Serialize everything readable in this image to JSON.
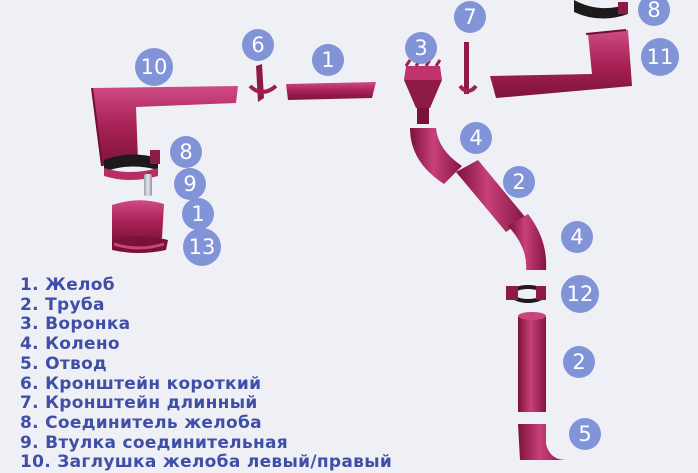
{
  "badges": {
    "b1_left": "1",
    "b1_top": "1",
    "b2_mid": "2",
    "b2_bottom": "2",
    "b3": "3",
    "b4_upper": "4",
    "b4_lower": "4",
    "b5": "5",
    "b6": "6",
    "b7": "7",
    "b8_left": "8",
    "b8_top": "8",
    "b9": "9",
    "b10": "10",
    "b11": "11",
    "b12": "12",
    "b13": "13"
  },
  "legend": [
    "1. Желоб",
    "2. Труба",
    "3. Воронка",
    "4. Колено",
    "5. Отвод",
    "6. Кронштейн короткий",
    "7. Кронштейн длинный",
    "8. Соединитель желоба",
    "9. Втулка соединительная",
    "10. Заглушка желоба левый/правый"
  ],
  "colors": {
    "part": "#a0204d",
    "part_light": "#c9457a",
    "badge": "#8294d8",
    "legend_text": "#3f4fa8"
  }
}
